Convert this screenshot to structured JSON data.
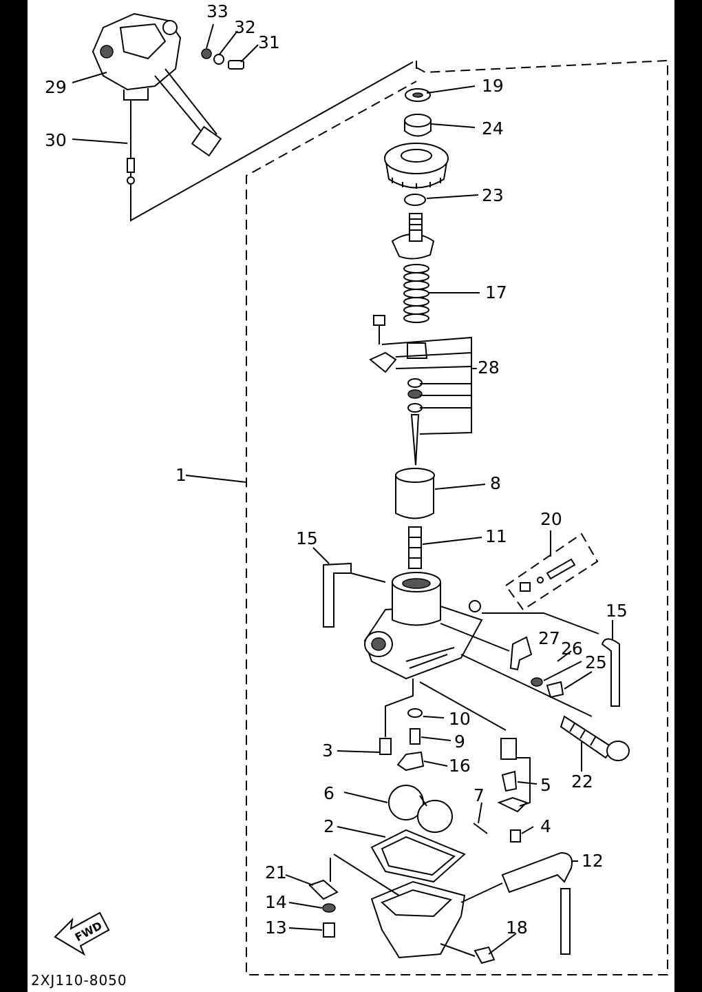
{
  "diagram": {
    "drawing_code": "2XJ110-8050",
    "fwd_label": "FWD",
    "callouts": [
      {
        "id": "c1",
        "text": "1"
      },
      {
        "id": "c2",
        "text": "2"
      },
      {
        "id": "c3",
        "text": "3"
      },
      {
        "id": "c4",
        "text": "4"
      },
      {
        "id": "c5",
        "text": "5"
      },
      {
        "id": "c6",
        "text": "6"
      },
      {
        "id": "c7",
        "text": "7"
      },
      {
        "id": "c8",
        "text": "8"
      },
      {
        "id": "c9",
        "text": "9"
      },
      {
        "id": "c10",
        "text": "10"
      },
      {
        "id": "c11",
        "text": "11"
      },
      {
        "id": "c12",
        "text": "12"
      },
      {
        "id": "c13",
        "text": "13"
      },
      {
        "id": "c14",
        "text": "14"
      },
      {
        "id": "c15a",
        "text": "15"
      },
      {
        "id": "c15b",
        "text": "15"
      },
      {
        "id": "c16",
        "text": "16"
      },
      {
        "id": "c17",
        "text": "17"
      },
      {
        "id": "c18",
        "text": "18"
      },
      {
        "id": "c19",
        "text": "19"
      },
      {
        "id": "c20",
        "text": "20"
      },
      {
        "id": "c21",
        "text": "21"
      },
      {
        "id": "c22",
        "text": "22"
      },
      {
        "id": "c23",
        "text": "23"
      },
      {
        "id": "c24",
        "text": "24"
      },
      {
        "id": "c25",
        "text": "25"
      },
      {
        "id": "c26",
        "text": "26"
      },
      {
        "id": "c27",
        "text": "27"
      },
      {
        "id": "c28",
        "text": "-28"
      },
      {
        "id": "c29",
        "text": "29"
      },
      {
        "id": "c30",
        "text": "30"
      },
      {
        "id": "c31",
        "text": "31"
      },
      {
        "id": "c32",
        "text": "32"
      },
      {
        "id": "c33",
        "text": "33"
      }
    ]
  },
  "colors": {
    "frame": "#000000",
    "paper": "#ffffff",
    "ink": "#000000"
  }
}
